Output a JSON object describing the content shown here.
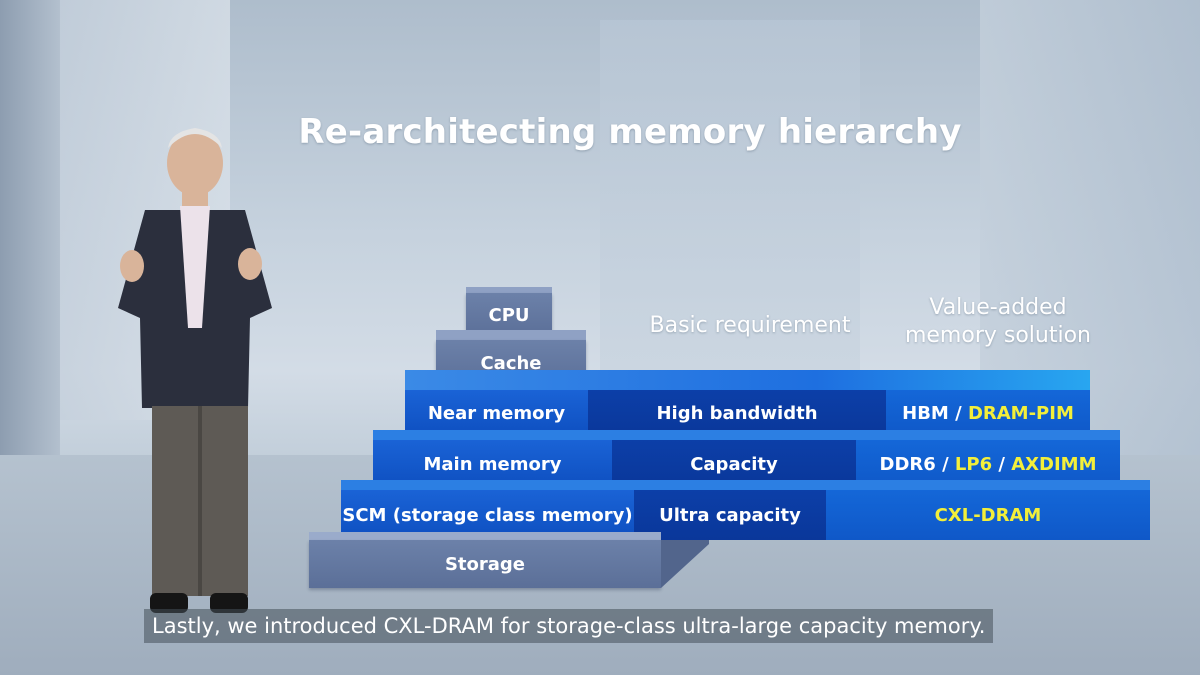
{
  "slide": {
    "title": "Re-architecting memory hierarchy",
    "header_basic": "Basic requirement",
    "header_value_line1": "Value-added",
    "header_value_line2": "memory solution"
  },
  "hierarchy": {
    "cpu": "CPU",
    "cache": "Cache",
    "near_memory": "Near memory",
    "main_memory": "Main memory",
    "scm": "SCM (storage class memory)",
    "storage": "Storage"
  },
  "requirements": {
    "near": "High bandwidth",
    "main": "Capacity",
    "scm": "Ultra capacity"
  },
  "solutions": {
    "near_a": "HBM",
    "near_sep": " / ",
    "near_b": "DRAM-PIM",
    "main_a": "DDR6",
    "main_sep1": " / ",
    "main_b": "LP6",
    "main_sep2": " / ",
    "main_c": "AXDIMM",
    "scm": "CXL-DRAM"
  },
  "caption": "Lastly, we introduced CXL-DRAM for storage-class ultra-large capacity memory.",
  "colors": {
    "highlight_yellow": "#f3ef3a",
    "block_blue": "#1a63d6",
    "block_gray": "#6c81a9"
  }
}
